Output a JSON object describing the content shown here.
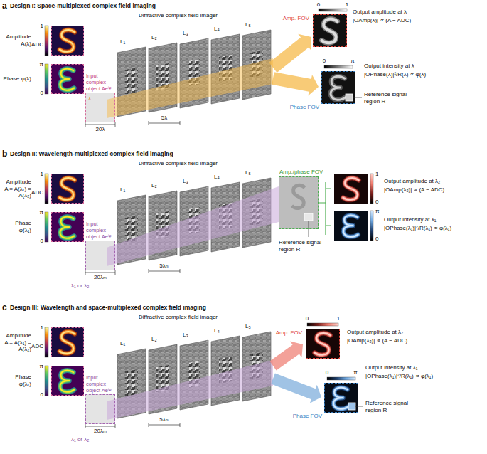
{
  "diagram": {
    "nodes": [
      {
        "text": [
          "Amplitude A(λ)"
        ]
      },
      {
        "text": [
          "Phase φ(λ)"
        ]
      },
      {
        "text": [
          "Input complex object Aeⁱᵠ"
        ]
      },
      {
        "text": [
          "Amp. FOV"
        ]
      },
      {
        "text": [
          "Phase FOV"
        ]
      },
      {
        "text": [
          "Amplitude A = A(λ₁) = A(λ₂)"
        ]
      },
      {
        "text": [
          "Phase φ(λ₁)"
        ]
      },
      {
        "text": [
          "Input complex object Aeⁱᵠ"
        ]
      },
      {
        "text": [
          "Amp./phase FOV"
        ]
      },
      {
        "text": [
          "Amplitude A = A(λ₁) = A(λ₂)"
        ]
      },
      {
        "text": [
          "Phase φ(λ₁)"
        ]
      },
      {
        "text": [
          "Input complex object Aeⁱᵠ"
        ]
      },
      {
        "text": [
          "Amp. FOV"
        ]
      },
      {
        "text": [
          "Phase FOV"
        ]
      }
    ],
    "labels": [
      "a",
      "Design I: Space-multiplexed complex field imaging",
      "1",
      "ADC",
      "π",
      "0",
      "λ",
      "20λ",
      "Diffractive complex field imager",
      "L₁",
      "L₂",
      "L₃",
      "L₄",
      "L₅",
      "5λ",
      "0",
      "1",
      "Output amplitude at λ",
      "|OAmp(λ)| ∝ (A − ADC)",
      "0",
      "π",
      "Output intensity at λ",
      "|OPhase(λ)|²/R(λ) ∝ φ(λ)",
      "Reference signal region R",
      "b",
      "Design II: Wavelength-multiplexed complex field imaging",
      "1",
      "ADC",
      "π",
      "0",
      "λ₁ or λ₂",
      "20λₘ",
      "Diffractive complex field imager",
      "L₁",
      "L₂",
      "L₃",
      "L₄",
      "L₅",
      "5λₘ",
      "1",
      "0",
      "Output amplitude at λ₂",
      "|OAmp(λ₂)| ∝ (A − ADC)",
      "π",
      "0",
      "Output intensity at λ₁",
      "|OPhase(λ₁)|²/R(λ₁) ∝ φ(λ₁)",
      "Reference signal region R",
      "c",
      "Design III: Wavelength and space-multiplexed complex field imaging",
      "1",
      "ADC",
      "π",
      "0",
      "λ₁ or λ₂",
      "20λₘ",
      "Diffractive complex field imager",
      "L₁",
      "L₂",
      "L₃",
      "L₄",
      "L₅",
      "5λₘ",
      "0",
      "1",
      "Output amplitude at λ₂",
      "|OAmp(λ₂)| ∝ (A − ADC)",
      "0",
      "π",
      "Output intensity at λ₁",
      "|OPhase(λ₁)|²/R(λ₁) ∝ φ(λ₁)",
      "Reference signal region R"
    ]
  }
}
